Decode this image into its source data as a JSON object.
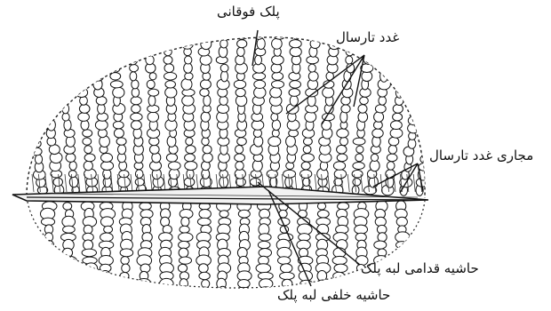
{
  "labels": {
    "upper_eyelid": "پلک فوقانی",
    "tarsal_glands": "غدد تارسال",
    "tarsal_gland_ducts": "مجاری غدد تارسال",
    "anterior_lid_margin": "حاشیه قدامی لبه پلک",
    "posterior_lid_margin": "حاشیه خلفی لبه پلک"
  },
  "colors": {
    "ink": "#111111",
    "paper": "#ffffff"
  }
}
